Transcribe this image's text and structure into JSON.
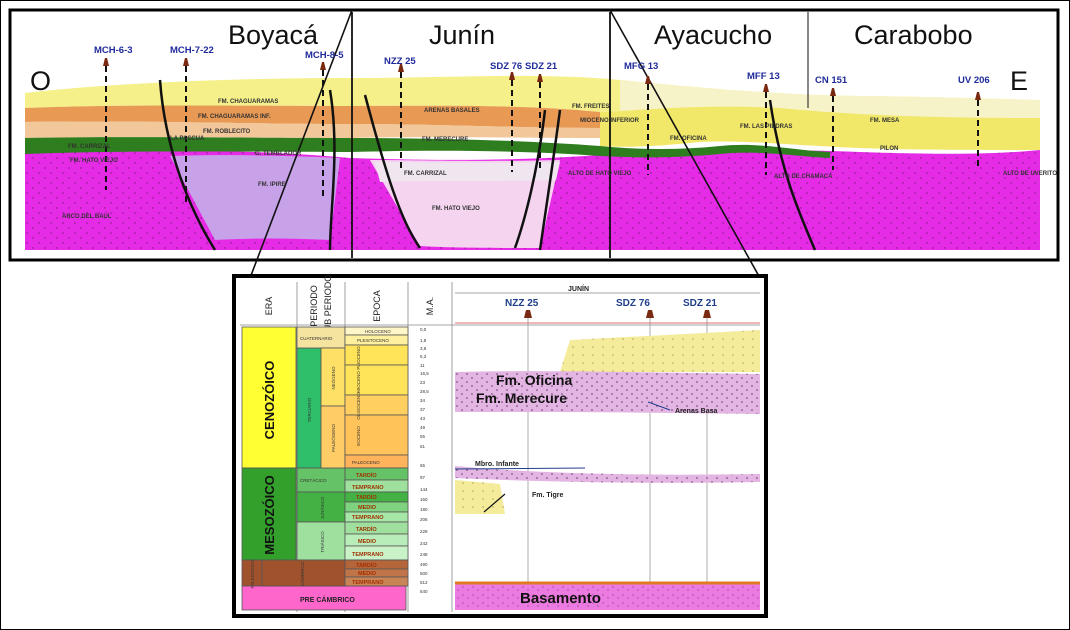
{
  "section": {
    "regions": [
      "Boyacá",
      "Junín",
      "Ayacucho",
      "Carabobo"
    ],
    "direction_west": "O",
    "direction_east": "E",
    "wells": [
      "MCH-6-3",
      "MCH-7-22",
      "MCH-8-5",
      "NZZ 25",
      "SDZ 76",
      "SDZ 21",
      "MFG 13",
      "MFF 13",
      "CN 151",
      "UV 206"
    ],
    "formations": {
      "chaguaramas": "FM. CHAGUARAMAS",
      "chaguaramas_inf": "FM. CHAGUARAMAS INF.",
      "roblecito": "FM. ROBLECITO",
      "la_pascua": "LA PASCUA",
      "temblador": "G. TEMBLADOR",
      "carrizal_left": "FM. CARRIZAL",
      "hato_viejo_left": "FM. HATO VIEJO",
      "ipire": "FM. IPIRE",
      "arco_baul": "ARCO DEL BAÚL",
      "arenas_basales": "ARENAS BASALES",
      "merecure": "FM. MERECURE",
      "carrizal": "FM. CARRIZAL",
      "hato_viejo": "FM. HATO VIEJO",
      "alto_hato_viejo": "ALTO DE HATO VIEJO",
      "freites": "FM. FREITES",
      "mioceno_inferior": "MIOCENO INFERIOR",
      "oficina": "FM. OFICINA",
      "las_piedras": "FM. LAS PIEDRAS",
      "alto_chamaca": "ALTO DE CHAMACA",
      "mesa": "FM. MESA",
      "pilon": "PILON",
      "alto_uverito": "ALTO DE UVERITO"
    }
  },
  "column": {
    "headers": [
      "ERA",
      "PERIODO",
      "SUB PERIODO",
      "EPOCA",
      "M.A."
    ],
    "title": "JUNÍN",
    "wells": [
      "NZZ 25",
      "SDZ 76",
      "SDZ 21"
    ],
    "eras": [
      "CENOZÓICO",
      "MESOZÓICO",
      "PALEOZÓICO"
    ],
    "precambrian": "PRE CÁMBRICO",
    "periods": [
      "TERCIARIO",
      "CRETÁCICO",
      "JURÁSICO",
      "TRIÁSICO",
      "CÁMBRICO",
      "CUATERNARIO"
    ],
    "subperiods": [
      "NEÓGENO",
      "PALEÓGENO"
    ],
    "epochs": [
      "HOLOCENO",
      "PLEISTOCENO",
      "PLIOCENO",
      "MIOCENO",
      "OLIGOCENO",
      "EOCENO",
      "PALEOCENO"
    ],
    "stages": [
      "TARDÍO",
      "TEMPRANO",
      "TARDÍO",
      "MEDIO",
      "TEMPRANO",
      "TARDÍO",
      "MEDIO",
      "TEMPRANO",
      "TARDÍO",
      "MEDIO",
      "TEMPRANO"
    ],
    "ages": [
      "0,0",
      "1,8",
      "3,6",
      "5,3",
      "11",
      "16,5",
      "23",
      "28,5",
      "34",
      "37",
      "43",
      "49",
      "55",
      "61",
      "65",
      "97",
      "144",
      "160",
      "180",
      "206",
      "228",
      "242",
      "248",
      "490",
      "500",
      "512",
      "540"
    ],
    "units": {
      "oficina": "Fm. Oficina",
      "merecure": "Fm. Merecure",
      "arenas_basales": "Arenas Basa",
      "infante": "Mbro. Infante",
      "tigre": "Fm. Tigre",
      "basamento": "Basamento"
    }
  },
  "colors": {
    "basement_magenta": "#e62be6",
    "light_yellow": "#f5f08a",
    "orange": "#e89a55",
    "peach": "#f2c79a",
    "green": "#2e7d1e",
    "lavender": "#c8a2e8",
    "cenozoic_yellow": "#ffff33",
    "mesozoic_green": "#33a02c",
    "paleozoic_brown": "#a0522d",
    "precambrian_pink": "#ff66cc",
    "well_blue": "#1f2b9a"
  }
}
